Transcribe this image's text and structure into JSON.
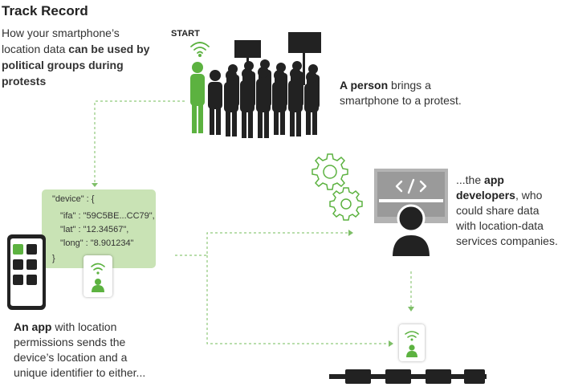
{
  "header": {
    "title": "Track Record",
    "subtitle_part1": "How your smartphone’s location data ",
    "subtitle_bold": "can be used by political groups during protests"
  },
  "start_label": "START",
  "person_caption": {
    "bold": "A person",
    "rest": " brings a smartphone to a protest."
  },
  "app_caption": {
    "bold": "An app",
    "rest": " with location permissions sends the device’s location and a unique identifier to either..."
  },
  "developers_caption": {
    "pre": "...the ",
    "bold": "app developers",
    "rest": ", who could share data with location-data services companies."
  },
  "code": {
    "line1": "\"device\" : {",
    "line2": "\"ifa\" : \"59C5BE...CC79\",",
    "line3": "\"lat\" : \"12.34567\",",
    "line4": "\"long\" : \"8.901234\"",
    "line5": "}"
  },
  "colors": {
    "accent_green": "#5cb240",
    "light_green": "#c9e3b5",
    "figure_dark": "#222222",
    "phone_gray": "#595959",
    "monitor_gray": "#b3b3b3"
  },
  "icons": {
    "wifi": "wifi-signal-icon",
    "person": "person-icon",
    "gear": "gear-icon",
    "phone": "smartphone-icon",
    "monitor": "monitor-code-icon"
  }
}
